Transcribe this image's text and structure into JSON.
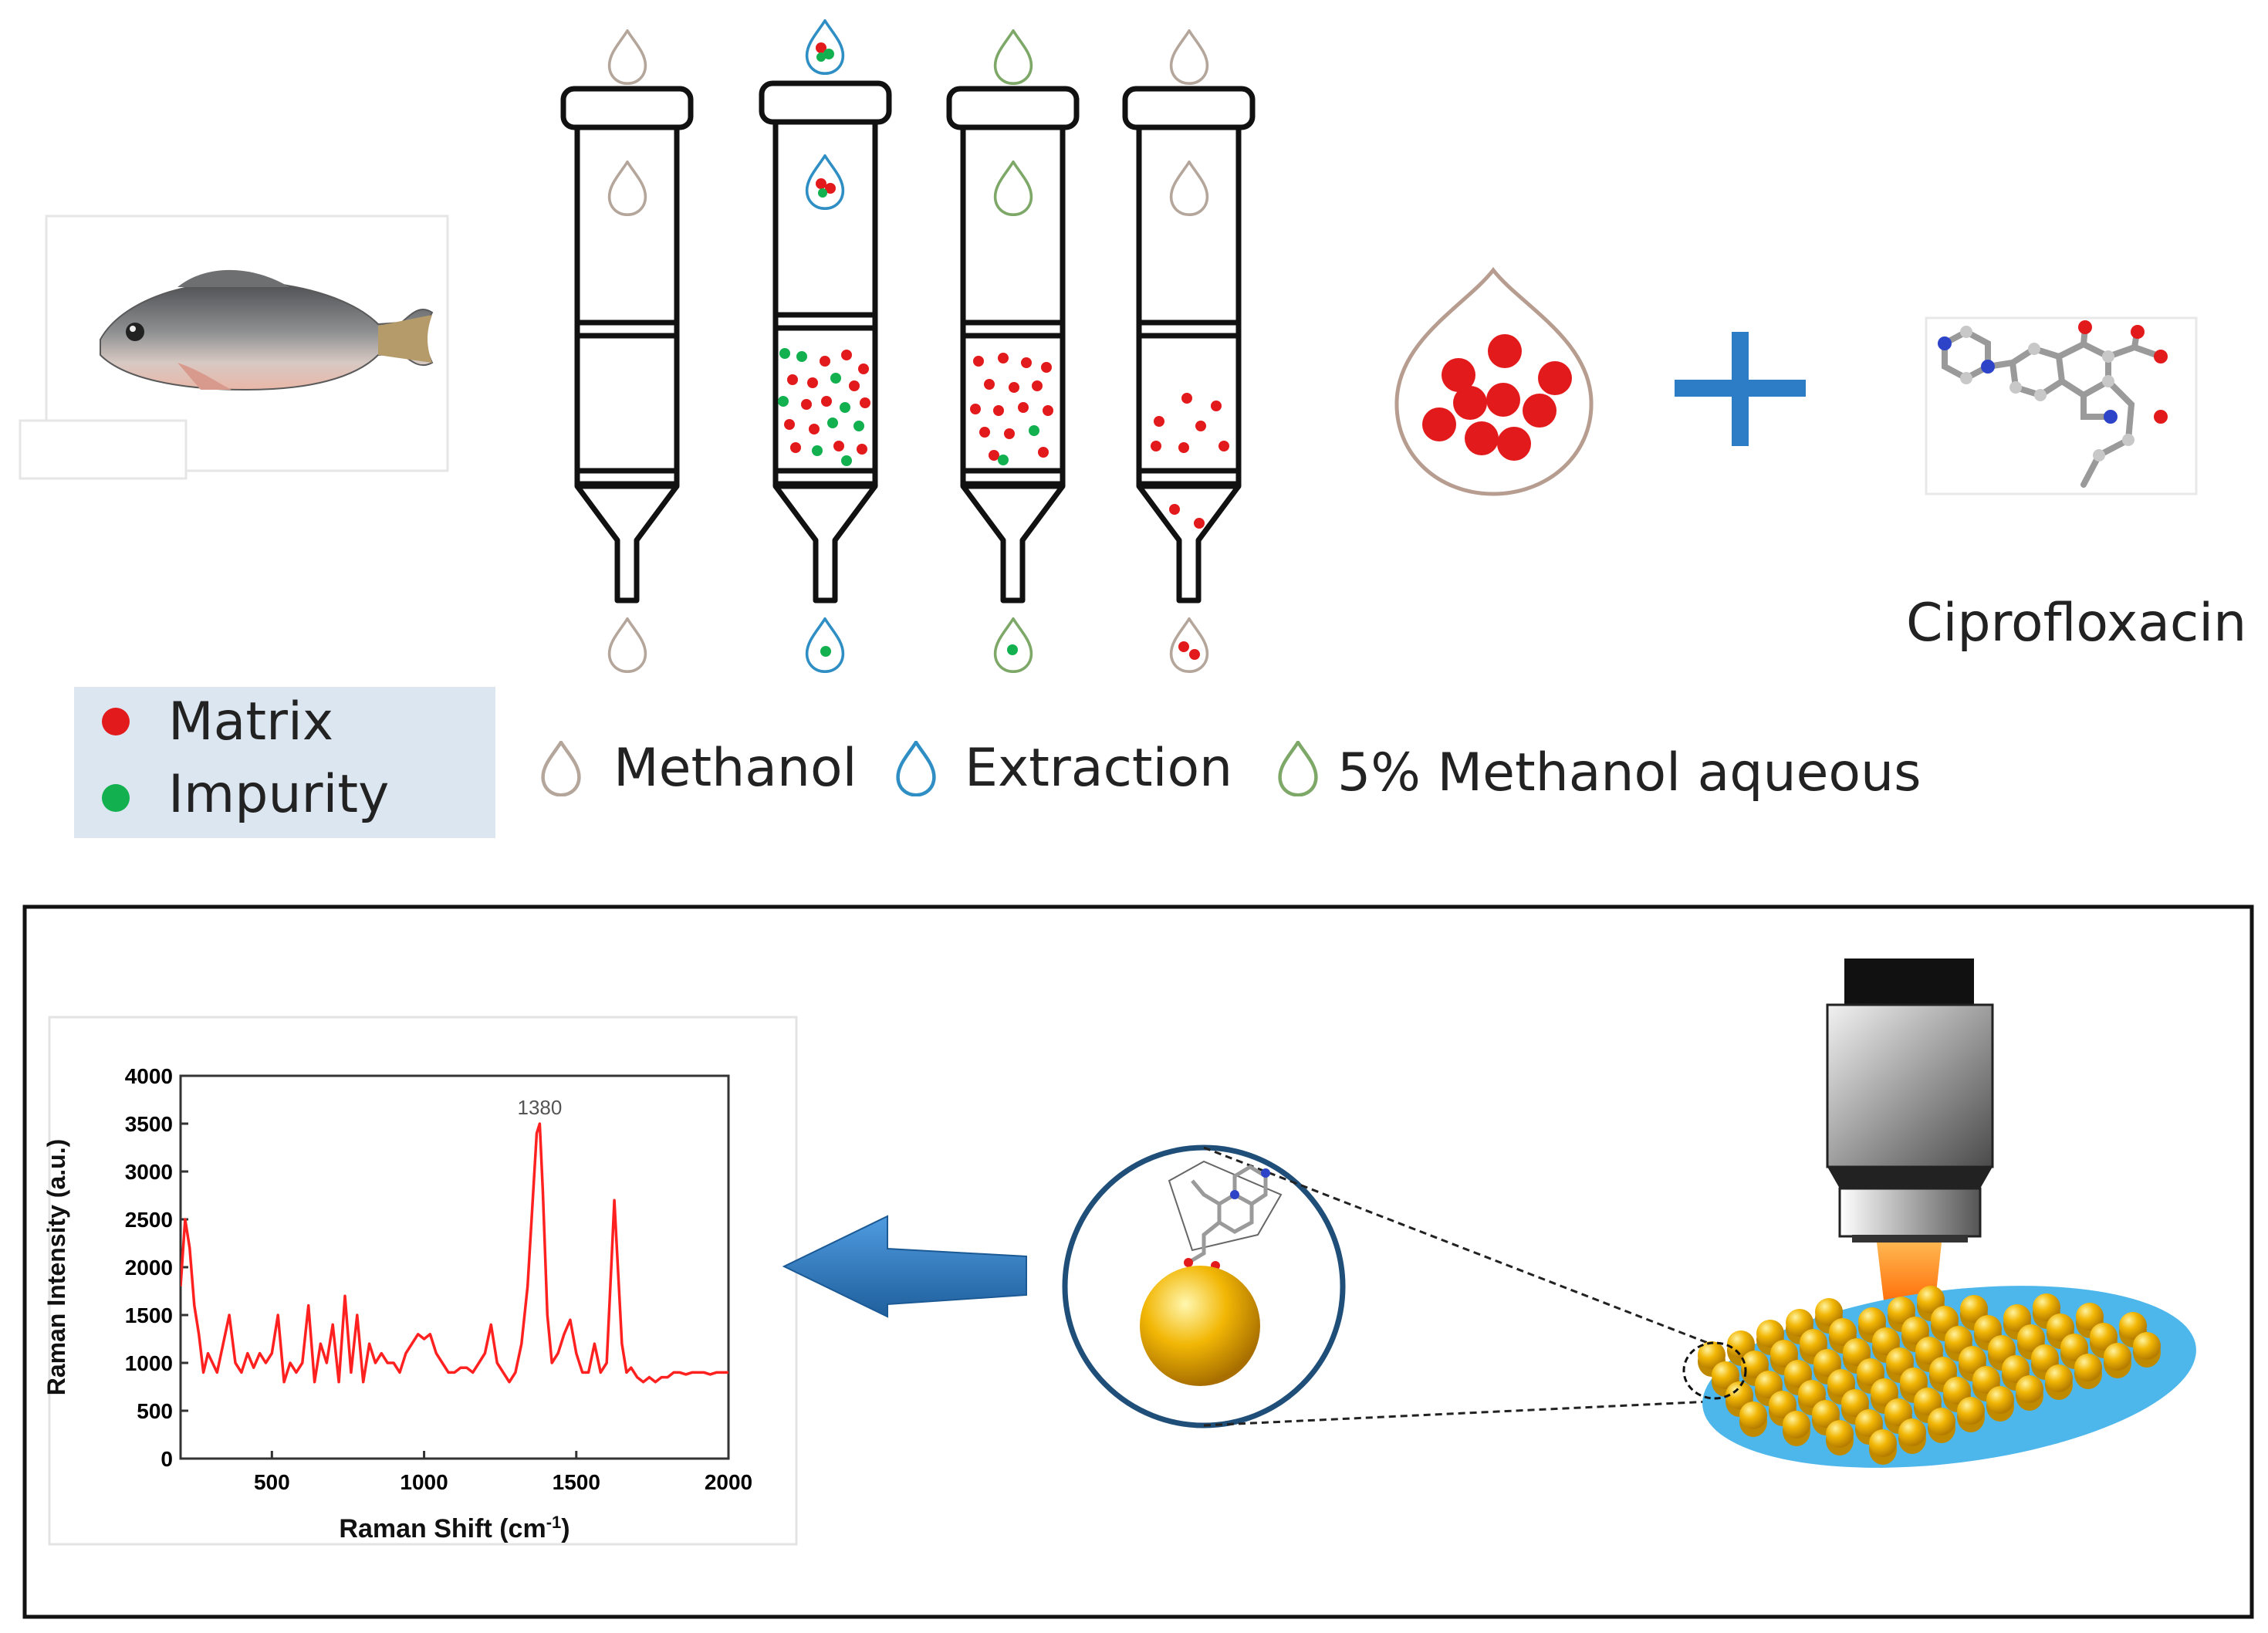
{
  "legend": {
    "matrix": "Matrix",
    "impurity": "Impurity",
    "methanol": "Methanol",
    "extraction": "Extraction",
    "methanol_aqueous": "5% Methanol aqueous"
  },
  "molecule_label": "Ciprofloxacin",
  "colors": {
    "matrix": "#e31a1c",
    "impurity": "#12b04f",
    "methanol": "#b5a69c",
    "extraction": "#2f8fc4",
    "methanol_aqueous": "#7ea868",
    "spectrum": "#ff2020",
    "arrow": "#2f7fc1",
    "plus": "#2c7cc6",
    "gold": "#f2b705",
    "substrate": "#4db6ea"
  },
  "icons": [
    "fish-photo",
    "spe-cartridge",
    "droplet-icon",
    "plus-icon",
    "ciprofloxacin-molecule",
    "raman-microscope-objective",
    "laser-beam",
    "gold-nanoparticle",
    "arrow-left"
  ],
  "chart_data": {
    "type": "line",
    "xlabel": "Raman Shift (cm",
    "xlabel_sup": "-1",
    "xlabel_end": ")",
    "ylabel": "Raman Intensity (a.u.)",
    "xlim": [
      200,
      2000
    ],
    "ylim": [
      0,
      4000
    ],
    "xticks": [
      500,
      1000,
      1500,
      2000
    ],
    "yticks": [
      0,
      500,
      1000,
      1500,
      2000,
      2500,
      3000,
      3500,
      4000
    ],
    "annotation": "1380",
    "annotation_x": 1380,
    "annotation_y": 3500,
    "series": [
      {
        "x": [
          200,
          215,
          230,
          245,
          260,
          275,
          290,
          305,
          320,
          340,
          360,
          380,
          400,
          420,
          440,
          460,
          480,
          500,
          520,
          540,
          560,
          580,
          600,
          620,
          640,
          660,
          680,
          700,
          720,
          740,
          760,
          780,
          800,
          820,
          840,
          860,
          880,
          900,
          920,
          940,
          960,
          980,
          1000,
          1020,
          1040,
          1060,
          1080,
          1100,
          1120,
          1140,
          1160,
          1180,
          1200,
          1220,
          1240,
          1260,
          1280,
          1300,
          1320,
          1340,
          1355,
          1370,
          1380,
          1390,
          1405,
          1420,
          1440,
          1460,
          1480,
          1500,
          1520,
          1540,
          1560,
          1580,
          1600,
          1615,
          1625,
          1635,
          1650,
          1665,
          1680,
          1700,
          1720,
          1740,
          1760,
          1780,
          1800,
          1820,
          1840,
          1860,
          1880,
          1900,
          1920,
          1940,
          1960,
          1980,
          2000
        ],
        "y": [
          1800,
          2500,
          2200,
          1600,
          1300,
          900,
          1100,
          1000,
          900,
          1200,
          1500,
          1000,
          900,
          1100,
          950,
          1100,
          1000,
          1100,
          1500,
          800,
          1000,
          900,
          1000,
          1600,
          800,
          1200,
          1000,
          1400,
          800,
          1700,
          900,
          1500,
          800,
          1200,
          1000,
          1100,
          1000,
          1000,
          900,
          1100,
          1200,
          1300,
          1250,
          1300,
          1100,
          1000,
          900,
          900,
          950,
          950,
          900,
          1000,
          1100,
          1400,
          1000,
          900,
          800,
          900,
          1200,
          1800,
          2600,
          3400,
          3500,
          2800,
          1500,
          1000,
          1100,
          1300,
          1450,
          1100,
          900,
          900,
          1200,
          900,
          1000,
          2000,
          2700,
          2100,
          1200,
          900,
          950,
          850,
          800,
          850,
          800,
          850,
          850,
          900,
          900,
          880,
          900,
          900,
          900,
          880,
          900,
          900,
          900
        ]
      }
    ]
  }
}
